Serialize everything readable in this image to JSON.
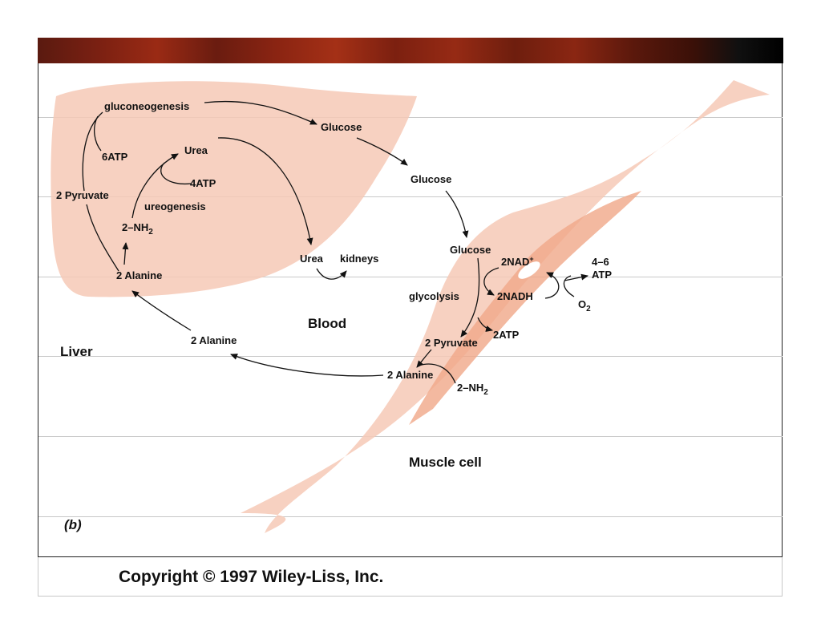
{
  "figure_label": "(b)",
  "copyright": "Copyright © 1997 Wiley-Liss, Inc.",
  "regions": {
    "liver": "Liver",
    "blood": "Blood",
    "muscle": "Muscle cell"
  },
  "liver_labels": {
    "gluconeogenesis": "gluconeogenesis",
    "glucose": "Glucose",
    "atp6": "6ATP",
    "urea": "Urea",
    "atp4": "4ATP",
    "pyruvate": "2 Pyruvate",
    "ureogenesis": "ureogenesis",
    "nh2": "2–NH",
    "nh2_sub": "2",
    "alanine": "2 Alanine"
  },
  "blood_labels": {
    "glucose": "Glucose",
    "urea": "Urea",
    "kidneys": "kidneys",
    "alanine": "2 Alanine"
  },
  "muscle_labels": {
    "glucose": "Glucose",
    "nad": "2NAD",
    "nad_sup": "+",
    "nadh": "2NADH",
    "atp_range": "4–6",
    "atp": "ATP",
    "o2": "O",
    "o2_sub": "2",
    "glycolysis": "glycolysis",
    "atp2": "2ATP",
    "pyruvate": "2 Pyruvate",
    "alanine": "2 Alanine",
    "nh2": "2–NH",
    "nh2_sub": "2"
  }
}
